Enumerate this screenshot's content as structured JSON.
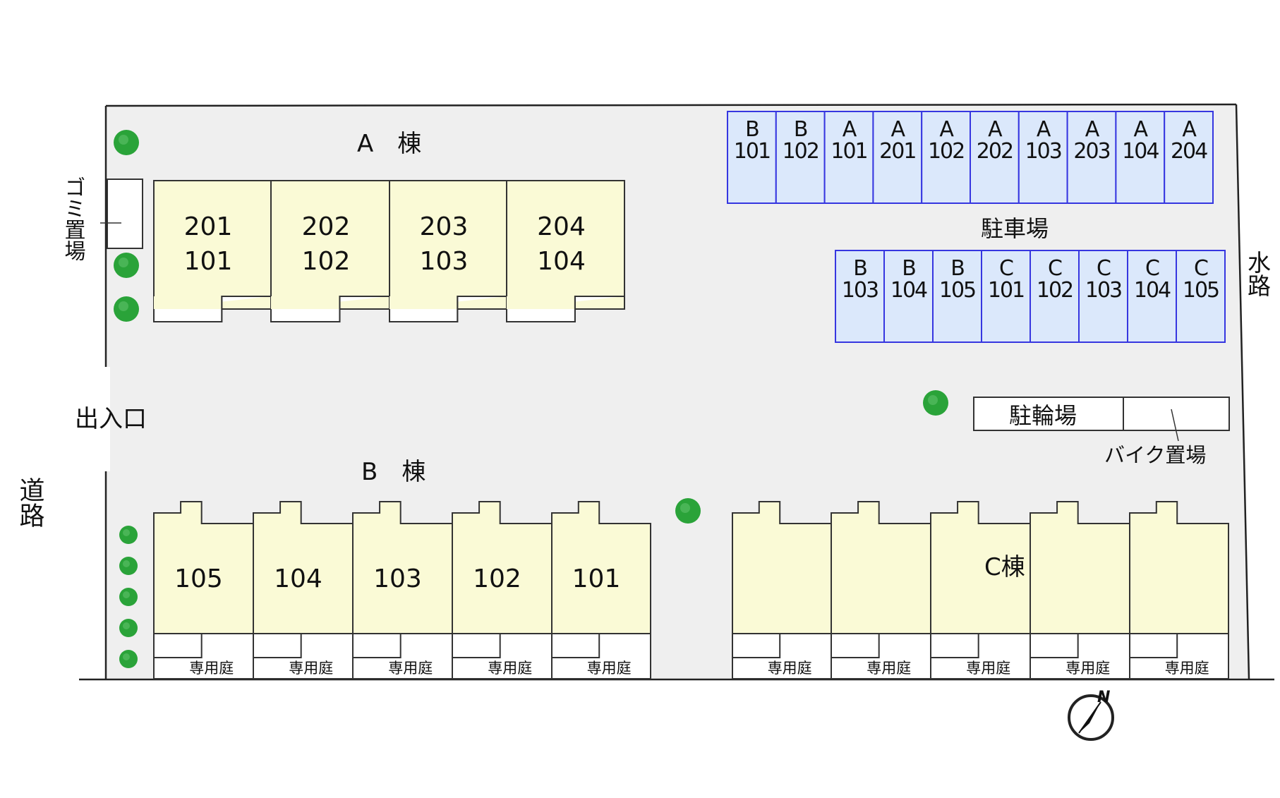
{
  "labels": {
    "building_a": "A　棟",
    "building_b": "B　棟",
    "building_c": "C棟",
    "garbage": "ゴミ置場",
    "entrance": "出入口",
    "road": "道路",
    "waterway": "水路",
    "parking": "駐車場",
    "bicycle_parking": "駐輪場",
    "bike_parking": "バイク置場",
    "north": "N",
    "private_garden": "専用庭"
  },
  "building_a_units": [
    {
      "upper": "201",
      "lower": "101"
    },
    {
      "upper": "202",
      "lower": "102"
    },
    {
      "upper": "203",
      "lower": "103"
    },
    {
      "upper": "204",
      "lower": "104"
    }
  ],
  "building_b_units": [
    "105",
    "104",
    "103",
    "102",
    "101"
  ],
  "building_c_units": [
    "",
    "",
    "",
    "",
    ""
  ],
  "parking_row_1": [
    {
      "bldg": "B",
      "no": "101"
    },
    {
      "bldg": "B",
      "no": "102"
    },
    {
      "bldg": "A",
      "no": "101"
    },
    {
      "bldg": "A",
      "no": "201"
    },
    {
      "bldg": "A",
      "no": "102"
    },
    {
      "bldg": "A",
      "no": "202"
    },
    {
      "bldg": "A",
      "no": "103"
    },
    {
      "bldg": "A",
      "no": "203"
    },
    {
      "bldg": "A",
      "no": "104"
    },
    {
      "bldg": "A",
      "no": "204"
    }
  ],
  "parking_row_2": [
    {
      "bldg": "B",
      "no": "103"
    },
    {
      "bldg": "B",
      "no": "104"
    },
    {
      "bldg": "B",
      "no": "105"
    },
    {
      "bldg": "C",
      "no": "101"
    },
    {
      "bldg": "C",
      "no": "102"
    },
    {
      "bldg": "C",
      "no": "103"
    },
    {
      "bldg": "C",
      "no": "104"
    },
    {
      "bldg": "C",
      "no": "105"
    }
  ],
  "colors": {
    "site": "#efefef",
    "unit_fill": "#fafad6",
    "parking_fill": "#dbe8fb",
    "parking_border": "#3636e0",
    "tree": "#2aa339",
    "line": "#333333"
  }
}
